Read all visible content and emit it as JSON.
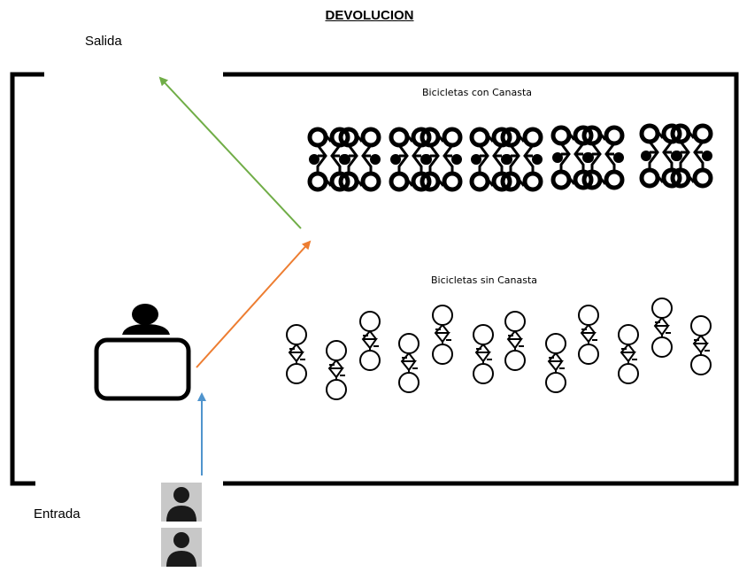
{
  "title": "DEVOLUCION",
  "labels": {
    "exit": "Salida",
    "entrance": "Entrada",
    "bikes_with_basket": "Bicicletas con Canasta",
    "bikes_without_basket": "Bicicletas sin Canasta"
  },
  "arrows": {
    "entry_color": "#4f94cd",
    "to_bikes_color": "#ed7d31",
    "exit_color": "#70ad47"
  }
}
